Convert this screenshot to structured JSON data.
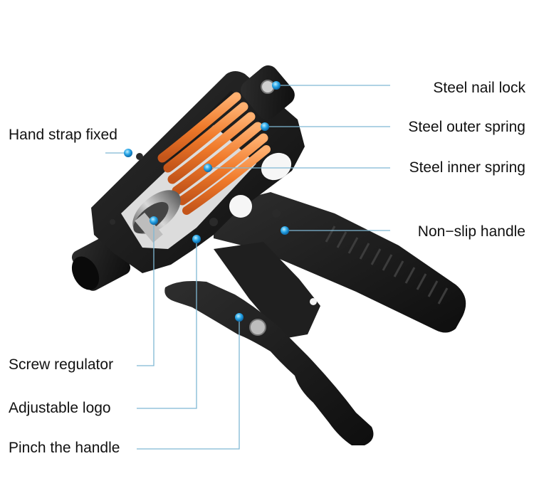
{
  "labels": {
    "steel_nail_lock": "Steel nail lock",
    "steel_outer_spring": "Steel outer spring",
    "steel_inner_spring": "Steel inner spring",
    "non_slip_handle": "Non−slip handle",
    "hand_strap_fixed": "Hand strap fixed",
    "screw_regulator": "Screw regulator",
    "adjustable_logo": "Adjustable logo",
    "pinch_the_handle": "Pinch the handle"
  },
  "colors": {
    "leader_line": "#7fb8d4",
    "marker_dot": "#2aa7e8",
    "spring": "#f07a2a",
    "body": "#1c1c1c"
  }
}
